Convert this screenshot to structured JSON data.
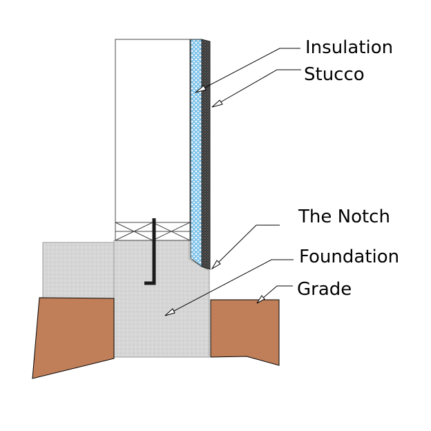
{
  "labels": {
    "insulation": "Insulation",
    "stucco": "Stucco",
    "notch": "The Notch",
    "foundation": "Foundation",
    "grade": "Grade"
  },
  "colors": {
    "insulation": "#7fc4ea",
    "insulation_dots": "#ffffff",
    "stucco": "#3a3a3a",
    "concrete": "#d3d3d3",
    "soil": "#c17f59",
    "line": "#000000"
  }
}
